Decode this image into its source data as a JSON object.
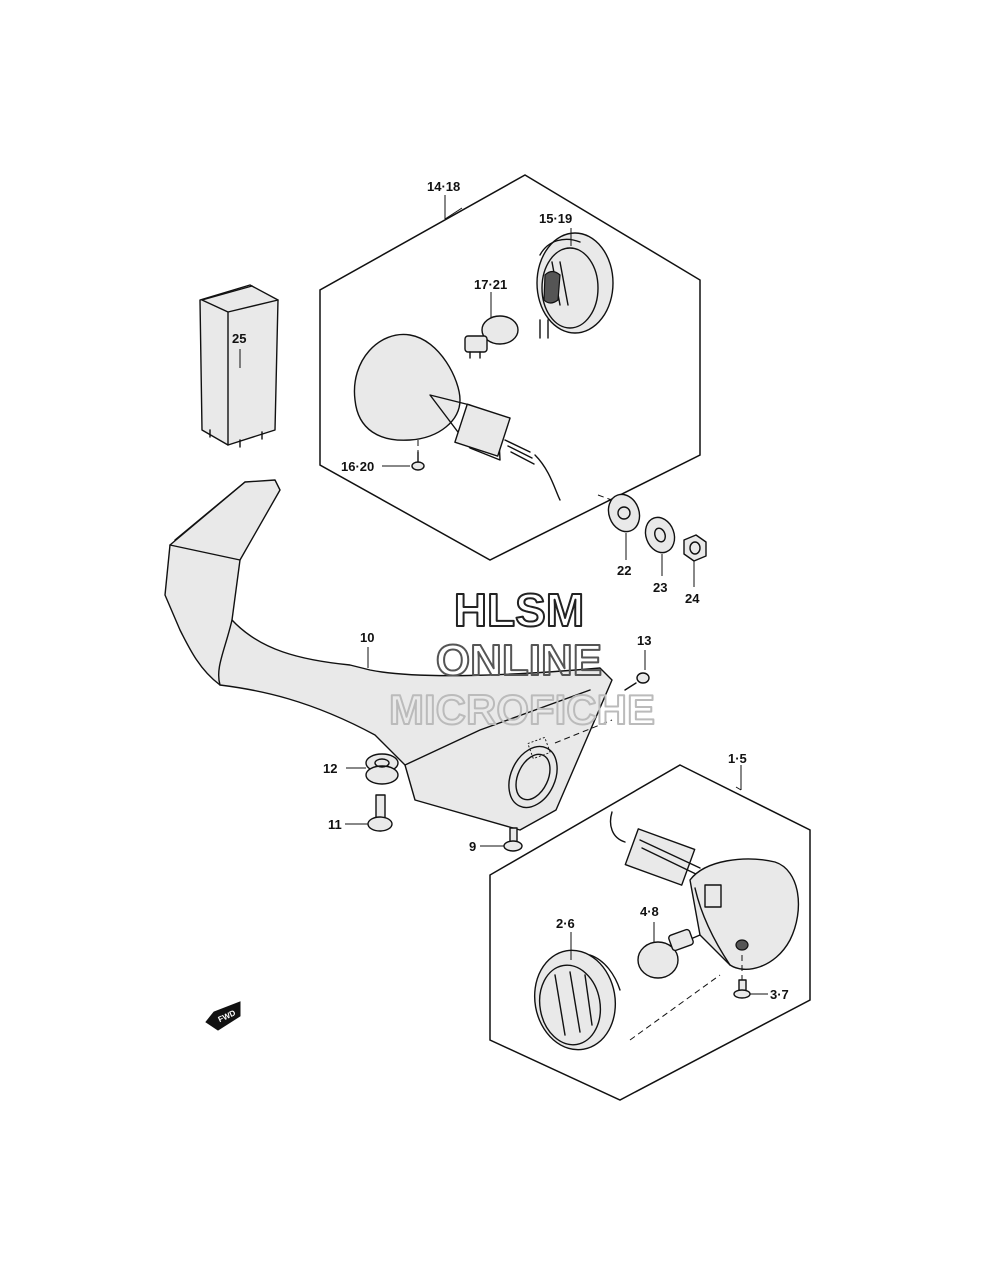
{
  "labels": {
    "l14_18": "14·18",
    "l15_19": "15·19",
    "l17_21": "17·21",
    "l25": "25",
    "l16_20": "16·20",
    "l22": "22",
    "l23": "23",
    "l24": "24",
    "l10": "10",
    "l13": "13",
    "l12": "12",
    "l11": "11",
    "l9": "9",
    "l1_5": "1·5",
    "l2_6": "2·6",
    "l4_8": "4·8",
    "l3_7": "3·7"
  },
  "watermark": {
    "line1": "HLSM",
    "line2": "ONLINE",
    "line3": "MICROFICHE"
  },
  "fwd_arrow": {
    "text": "FWD"
  },
  "colors": {
    "line": "#111111",
    "watermark_line1": "#222222",
    "watermark_line2": "#555555",
    "watermark_line3": "#bbbbbb"
  }
}
